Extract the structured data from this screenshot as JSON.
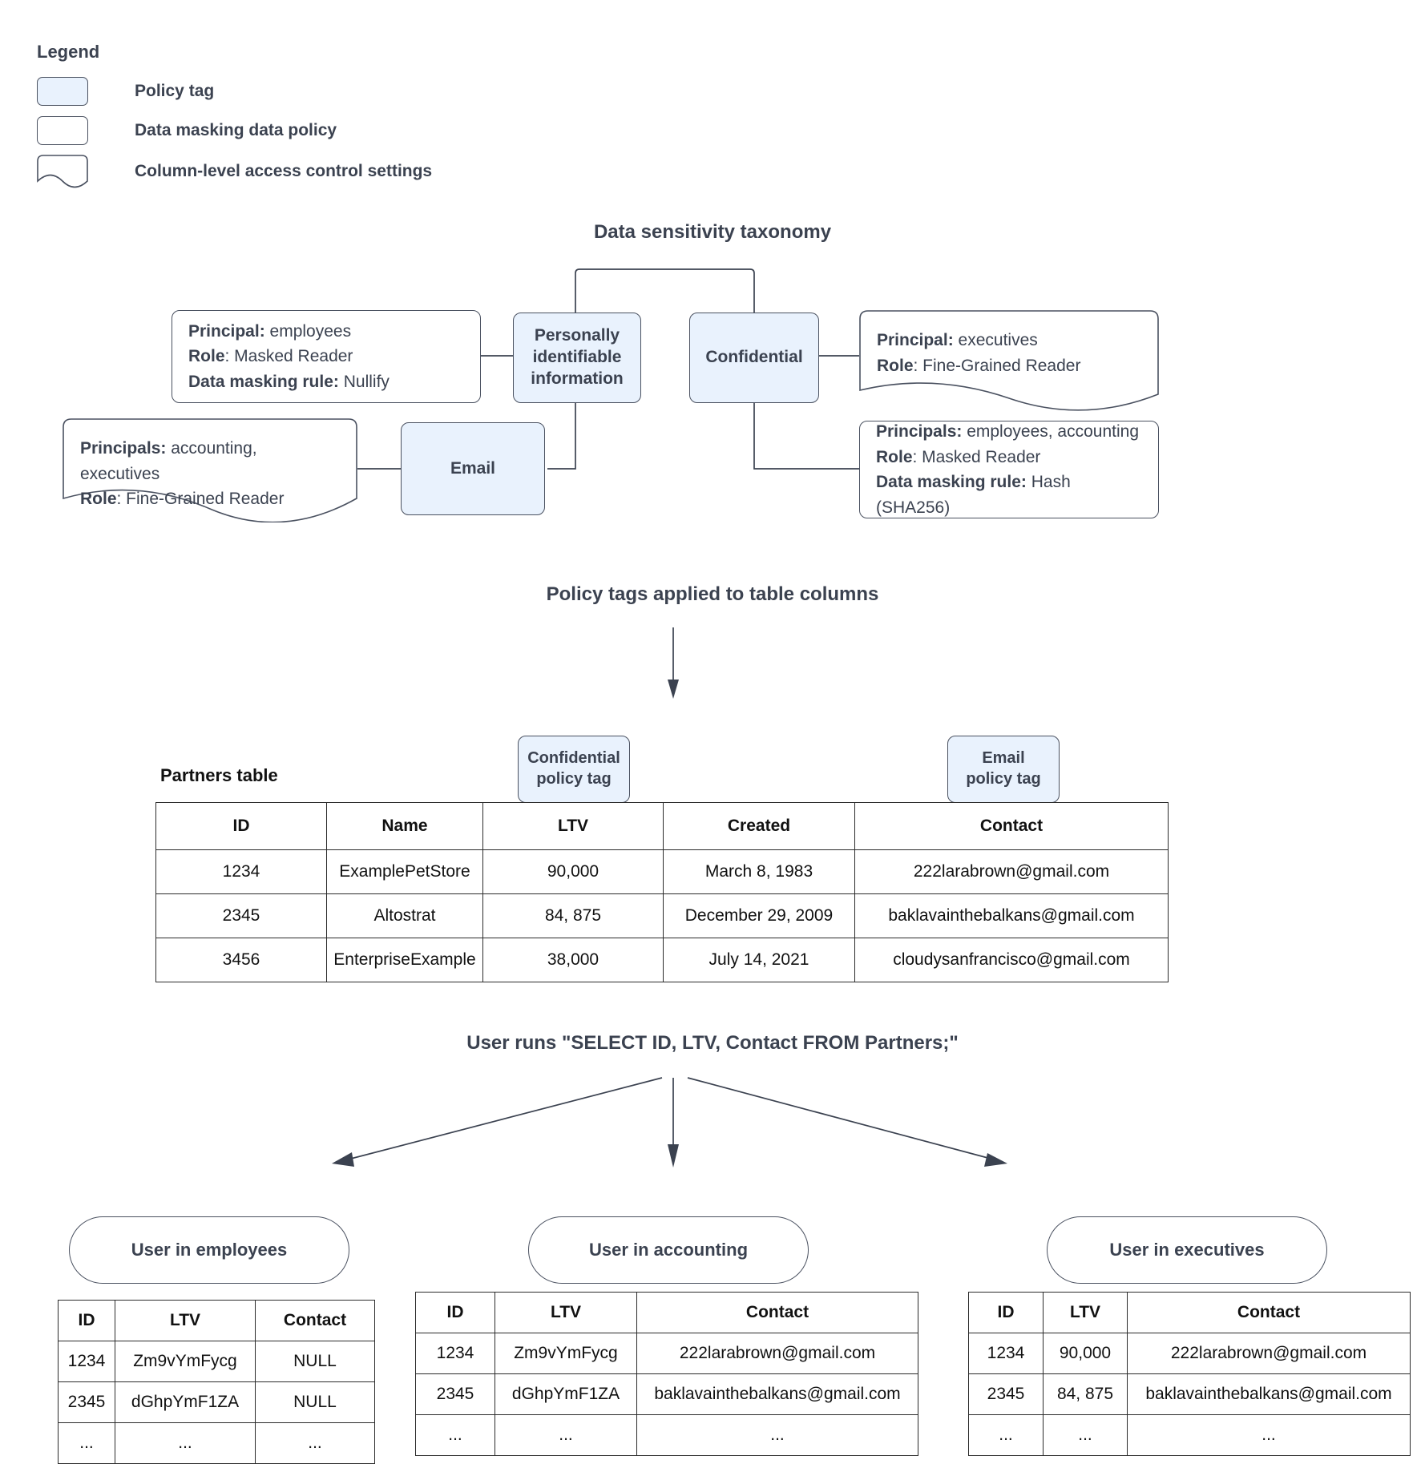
{
  "legend": {
    "title": "Legend",
    "items": [
      {
        "label": "Policy tag",
        "shape": "rounded-filled"
      },
      {
        "label": "Data masking data policy",
        "shape": "rounded"
      },
      {
        "label": "Column-level access control settings",
        "shape": "wavy-bottom"
      }
    ]
  },
  "colors": {
    "policy_tag_fill": "#e9f2fd",
    "stroke": "#4a5160",
    "text": "#3b4250",
    "table_stroke": "#2b2b2b"
  },
  "taxonomy": {
    "title": "Data sensitivity taxonomy",
    "tags": {
      "pii": "Personally identifiable information",
      "confidential": "Confidential",
      "email": "Email"
    },
    "policies": {
      "pii_mask": {
        "lines": [
          {
            "key": "Principal:",
            "value": " employees"
          },
          {
            "key": "Role",
            "value": ": Masked Reader"
          },
          {
            "key": "Data masking rule:",
            "value": " Nullify"
          }
        ]
      },
      "email_access": {
        "lines": [
          {
            "key": "Principals:",
            "value": " accounting, executives"
          },
          {
            "key": "Role",
            "value": ": Fine-Grained Reader"
          }
        ]
      },
      "confidential_access": {
        "lines": [
          {
            "key": "Principal:",
            "value": " executives"
          },
          {
            "key": "Role",
            "value": ": Fine-Grained Reader"
          }
        ]
      },
      "confidential_mask": {
        "lines": [
          {
            "key": "Principals:",
            "value": " employees, accounting"
          },
          {
            "key": "Role",
            "value": ": Masked Reader"
          },
          {
            "key": "Data masking rule:",
            "value": " Hash (SHA256)"
          }
        ]
      }
    }
  },
  "applied": {
    "title": "Policy tags applied to table columns",
    "table_label": "Partners table",
    "tags": [
      {
        "line1": "Confidential",
        "line2": "policy tag",
        "column": "LTV"
      },
      {
        "line1": "Email",
        "line2": "policy tag",
        "column": "Contact"
      }
    ],
    "partners_table": {
      "columns": [
        "ID",
        "Name",
        "LTV",
        "Created",
        "Contact"
      ],
      "rows": [
        [
          "1234",
          "ExamplePetStore",
          "90,000",
          "March 8, 1983",
          "222larabrown@gmail.com"
        ],
        [
          "2345",
          "Altostrat",
          "84, 875",
          "December 29, 2009",
          "baklavainthebalkans@gmail.com"
        ],
        [
          "3456",
          "EnterpriseExample",
          "38,000",
          "July 14, 2021",
          "cloudysanfrancisco@gmail.com"
        ]
      ]
    }
  },
  "query": {
    "title": "User runs \"SELECT ID, LTV, Contact FROM Partners;\""
  },
  "results": [
    {
      "persona": "User in employees",
      "columns": [
        "ID",
        "LTV",
        "Contact"
      ],
      "rows": [
        [
          "1234",
          "Zm9vYmFycg",
          "NULL"
        ],
        [
          "2345",
          "dGhpYmF1ZA",
          "NULL"
        ],
        [
          "...",
          "...",
          "..."
        ]
      ]
    },
    {
      "persona": "User in accounting",
      "columns": [
        "ID",
        "LTV",
        "Contact"
      ],
      "rows": [
        [
          "1234",
          "Zm9vYmFycg",
          "222larabrown@gmail.com"
        ],
        [
          "2345",
          "dGhpYmF1ZA",
          "baklavainthebalkans@gmail.com"
        ],
        [
          "...",
          "...",
          "..."
        ]
      ]
    },
    {
      "persona": "User in executives",
      "columns": [
        "ID",
        "LTV",
        "Contact"
      ],
      "rows": [
        [
          "1234",
          "90,000",
          "222larabrown@gmail.com"
        ],
        [
          "2345",
          "84, 875",
          "baklavainthebalkans@gmail.com"
        ],
        [
          "...",
          "...",
          "..."
        ]
      ]
    }
  ]
}
